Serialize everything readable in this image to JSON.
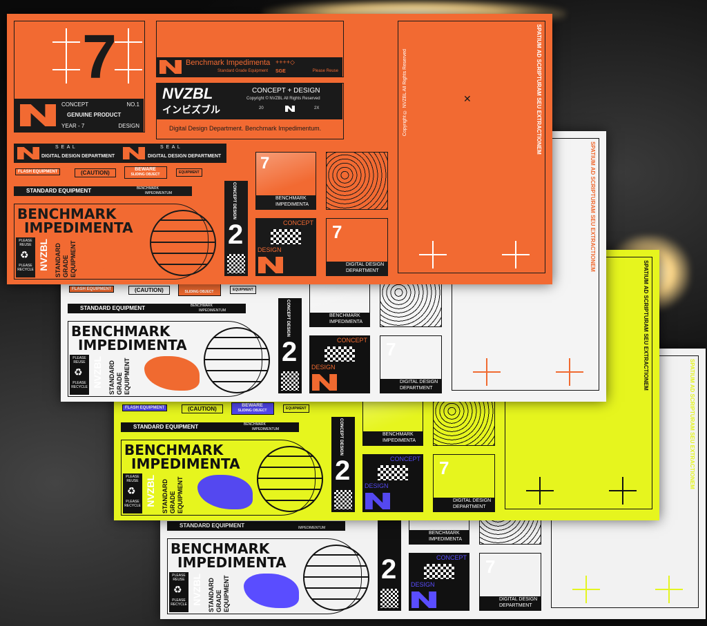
{
  "sheets": [
    {
      "name": "violet-white",
      "bg": "#f2f2f2",
      "ink": "#111111",
      "acc": "#5a4dff",
      "cross": "#e4f520"
    },
    {
      "name": "yellow",
      "bg": "#e6f51e",
      "ink": "#111111",
      "acc": "#5448f0",
      "cross": "#111111"
    },
    {
      "name": "white",
      "bg": "#f4f4f4",
      "ink": "#111111",
      "acc": "#f06a30",
      "cross": "#f06a30"
    },
    {
      "name": "orange",
      "bg": "#f26a32",
      "ink": "#1a1a1a",
      "acc": "#f26a32",
      "cross": "#ffffff"
    }
  ],
  "stickers": {
    "big_number": "7",
    "concept": "CONCEPT",
    "no": "NO.1",
    "genuine": "GENUINE PRODUCT",
    "year": "YEAR - 7",
    "design": "DESIGN",
    "banner_title": "Benchmark Impedimenta",
    "banner_arrows": "++++◇",
    "banner_sub": "Standard Grade Equipment",
    "banner_badge": "SGE",
    "please_reuse": "Please Reuse",
    "brand": "NVZBL",
    "brand_jp": "インビズブル",
    "concept_design": "CONCEPT + DESIGN",
    "copyright": "Copyright © NVZBL  All Rights Reserved",
    "year_start": "20",
    "year_end": "2X",
    "department_line": "Digital Design Department. Benchmark Impedimentum.",
    "seal": "S  E  A  L",
    "digital_dept": "DIGITAL DESIGN DEPARTMENT",
    "flash": "FLASH EQUIPMENT",
    "caution": "(CAUTION)",
    "beware": "BEWARE",
    "sliding": "SLIDING OBJECT",
    "jp_equipment": "EQUIPMENT",
    "standard_equipment": "STANDARD EQUIPMENT",
    "benchmark_small": "BENCHMARK",
    "impedimentum_small": "IMPEDIMENTUM",
    "benchmark": "BENCHMARK",
    "impedimenta": "IMPEDIMENTA",
    "please_reuse_caps": "PLEASE REUSE",
    "please_recycle": "PLEASE RECYCLE",
    "standard_grade": "STANDARD GRADE EQUIPMENT",
    "concept_design_vert": "CONCEPT DESIGN",
    "two": "2",
    "tile_benchmark": "BENCHMARK",
    "tile_impedimenta": "IMPEDIMENTA",
    "tile_concept": "CONCEPT",
    "tile_design": "DESIGN",
    "tile_digital": "DIGITAL DESIGN",
    "tile_department": "DEPARTMENT",
    "side_copyright": "Copyright © NVZBL  All Rights Reserved",
    "spatium": "SPATIUM AD SCRIPTURAM SEU EXTRACTIONEM"
  }
}
